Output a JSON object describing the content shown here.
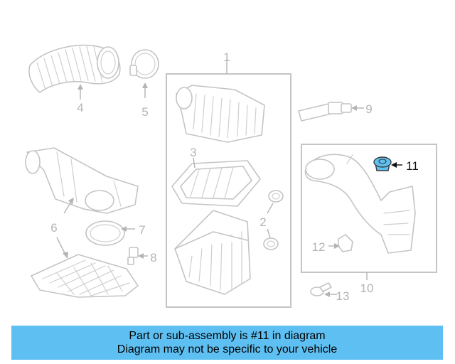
{
  "diagram": {
    "callouts": [
      {
        "id": "1",
        "label": "1"
      },
      {
        "id": "2",
        "label": "2"
      },
      {
        "id": "3",
        "label": "3"
      },
      {
        "id": "4",
        "label": "4"
      },
      {
        "id": "5",
        "label": "5"
      },
      {
        "id": "6",
        "label": "6"
      },
      {
        "id": "7",
        "label": "7"
      },
      {
        "id": "8",
        "label": "8"
      },
      {
        "id": "9",
        "label": "9"
      },
      {
        "id": "10",
        "label": "10"
      },
      {
        "id": "11",
        "label": "11"
      },
      {
        "id": "12",
        "label": "12"
      },
      {
        "id": "13",
        "label": "13"
      }
    ],
    "highlighted_part": "11",
    "colors": {
      "highlight_fill": "#5ec0f2",
      "line_art": "#c4c4c4",
      "callout_text": "#b4b4b4",
      "highlight_text": "#111111"
    }
  },
  "banner": {
    "line1": "Part or sub-assembly is #11 in diagram",
    "line2": "Diagram may not be specific to your vehicle",
    "background": "#5ec0f2"
  }
}
